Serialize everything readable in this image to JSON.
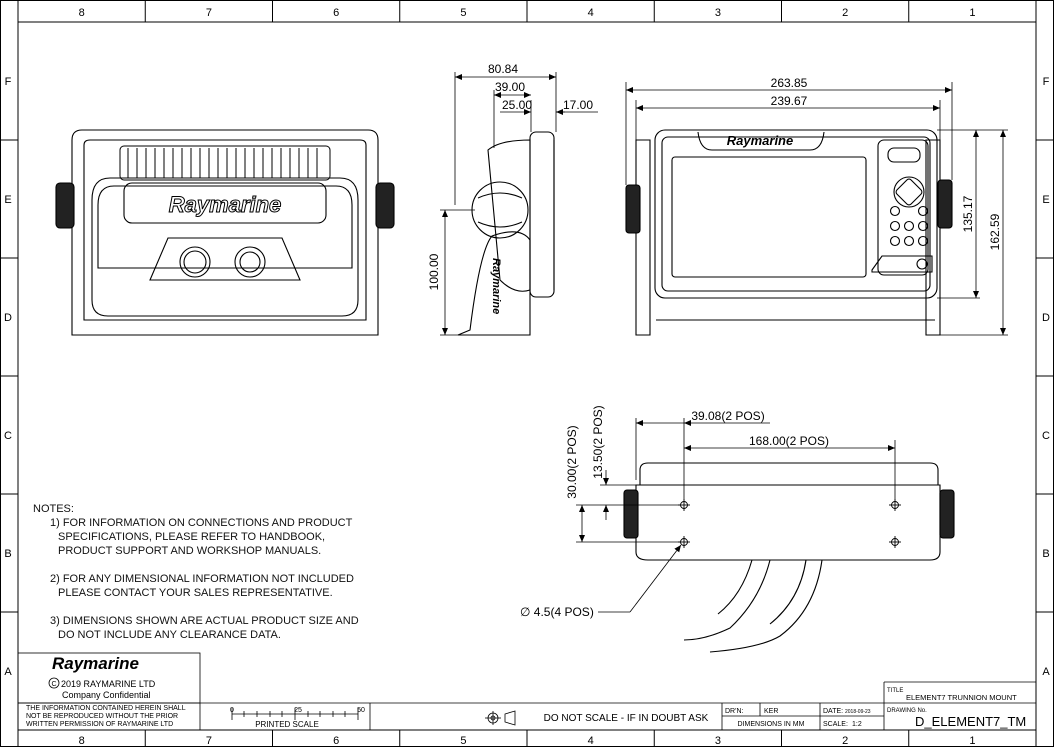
{
  "frame": {
    "columns": [
      "8",
      "7",
      "6",
      "5",
      "4",
      "3",
      "2",
      "1"
    ],
    "rows": [
      "F",
      "E",
      "D",
      "C",
      "B",
      "A"
    ]
  },
  "brand": {
    "logo": "Raymarine"
  },
  "dimensions": {
    "side_total": "80.84",
    "side_a": "39.00",
    "side_b": "25.00",
    "side_c": "17.00",
    "side_height": "100.00",
    "front_total": "263.85",
    "front_inner": "239.67",
    "front_h1": "135.17",
    "front_h2": "162.59",
    "bottom_offset": "39.08(2 POS)",
    "bottom_span": "168.00(2 POS)",
    "bottom_v1": "30.00(2 POS)",
    "bottom_v2": "13.50(2 POS)",
    "hole": "∅ 4.5(4 POS)"
  },
  "notes": {
    "title": "NOTES:",
    "lines": [
      "1) FOR INFORMATION ON CONNECTIONS AND PRODUCT",
      "SPECIFICATIONS, PLEASE REFER TO HANDBOOK,",
      "PRODUCT SUPPORT AND WORKSHOP MANUALS.",
      "2) FOR ANY DIMENSIONAL INFORMATION NOT INCLUDED",
      "PLEASE CONTACT YOUR SALES REPRESENTATIVE.",
      "3) DIMENSIONS SHOWN ARE ACTUAL PRODUCT SIZE AND",
      "DO NOT INCLUDE ANY CLEARANCE DATA."
    ]
  },
  "title_block": {
    "company_logo": "Raymarine",
    "copyright": "2019 RAYMARINE LTD",
    "confidential": "Company Confidential",
    "disclaimer": [
      "THE INFORMATION CONTAINED HEREIN SHALL",
      "NOT BE REPRODUCED WITHOUT THE PRIOR",
      "WRITTEN PERMISSION OF RAYMARINE LTD"
    ],
    "scale_ticks": [
      "0",
      "25",
      "50"
    ],
    "printed_scale": "PRINTED SCALE",
    "do_not_scale": "DO NOT SCALE - IF IN DOUBT ASK",
    "drn_label": "DR'N:",
    "drn_value": "KER",
    "dims_in_mm": "DIMENSIONS IN MM",
    "date_label": "DATE:",
    "date_value": "2018-09-23",
    "scale_label": "SCALE:",
    "scale_value": "1:2",
    "title_label": "TITLE",
    "title_value": "ELEMENT7 TRUNNION MOUNT",
    "drawing_no_label": "DRAWING No.",
    "drawing_no_value": "D_ELEMENT7_TM"
  }
}
